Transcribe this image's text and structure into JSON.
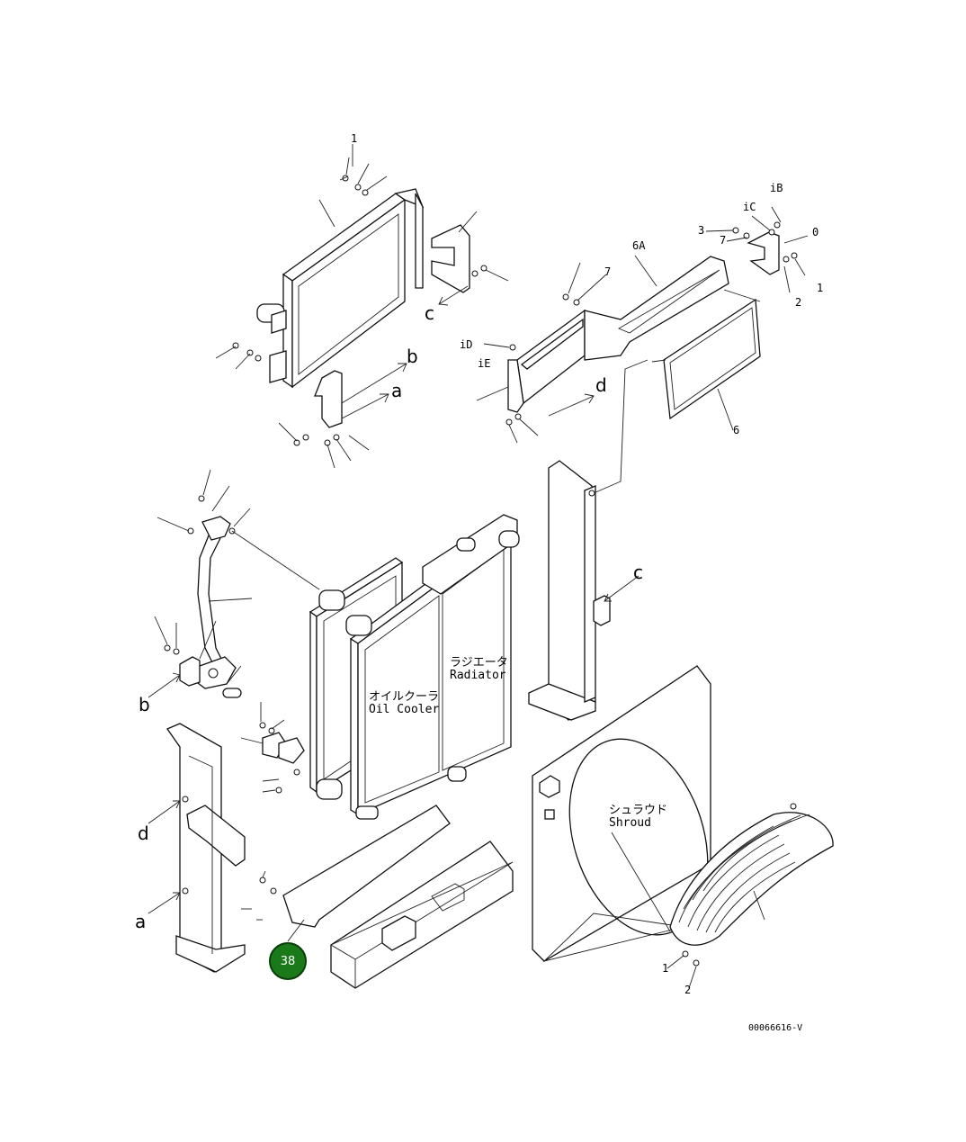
{
  "labels": {
    "radiator_jp": "ラジエータ",
    "radiator_en": "Radiator",
    "oil_cooler_jp": "オイルクーラ",
    "oil_cooler_en": "Oil Cooler",
    "shroud_jp": "シュラウド",
    "shroud_en": "Shroud"
  },
  "callout_letters": {
    "a_top": "a",
    "b_top": "b",
    "c_top": "c",
    "d_top": "d",
    "c_mid": "c",
    "b_left": "b",
    "d_left": "d",
    "a_left": "a"
  },
  "part_numbers": {
    "n1B": "iB",
    "n1C": "iC",
    "n3": "3",
    "n7a": "7",
    "n0": "0",
    "n2": "2",
    "n1": "1",
    "n6A": "6A",
    "n6": "6",
    "n1D": "iD",
    "n1E": "iE",
    "n7b": "7",
    "n1top": "1",
    "n1s": "1",
    "n2s": "2"
  },
  "badge": {
    "value": "38",
    "color": "#1a7a1a"
  },
  "document_id": "00066616-V"
}
